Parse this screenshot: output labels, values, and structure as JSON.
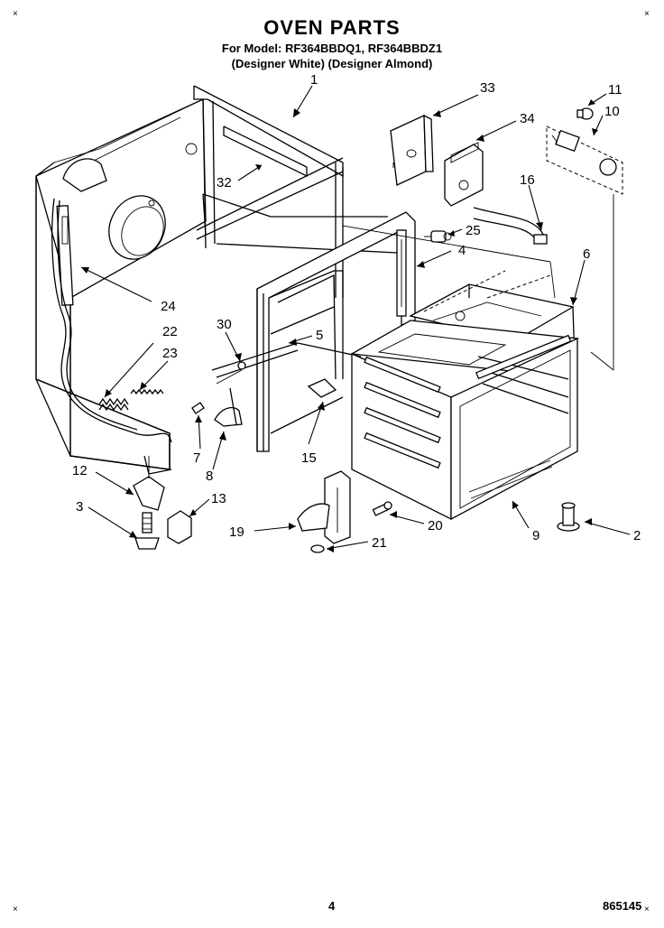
{
  "header": {
    "title": "OVEN PARTS",
    "model_line": "For Model: RF364BBDQ1, RF364BBDZ1",
    "variant_line": "(Designer White)  (Designer Almond)"
  },
  "footer": {
    "page_number": "4",
    "diagram_code": "865145"
  },
  "corner_mark": "×",
  "callouts": [
    {
      "id": "c1",
      "text": "1"
    },
    {
      "id": "c2",
      "text": "2"
    },
    {
      "id": "c3",
      "text": "3"
    },
    {
      "id": "c4",
      "text": "4"
    },
    {
      "id": "c5",
      "text": "5"
    },
    {
      "id": "c6",
      "text": "6"
    },
    {
      "id": "c7",
      "text": "7"
    },
    {
      "id": "c8",
      "text": "8"
    },
    {
      "id": "c9",
      "text": "9"
    },
    {
      "id": "c10",
      "text": "10"
    },
    {
      "id": "c11",
      "text": "11"
    },
    {
      "id": "c12",
      "text": "12"
    },
    {
      "id": "c13",
      "text": "13"
    },
    {
      "id": "c15",
      "text": "15"
    },
    {
      "id": "c16",
      "text": "16"
    },
    {
      "id": "c19",
      "text": "19"
    },
    {
      "id": "c20",
      "text": "20"
    },
    {
      "id": "c21",
      "text": "21"
    },
    {
      "id": "c22",
      "text": "22"
    },
    {
      "id": "c23",
      "text": "23"
    },
    {
      "id": "c24",
      "text": "24"
    },
    {
      "id": "c25",
      "text": "25"
    },
    {
      "id": "c30",
      "text": "30"
    },
    {
      "id": "c32",
      "text": "32"
    },
    {
      "id": "c33",
      "text": "33"
    },
    {
      "id": "c34",
      "text": "34"
    }
  ]
}
